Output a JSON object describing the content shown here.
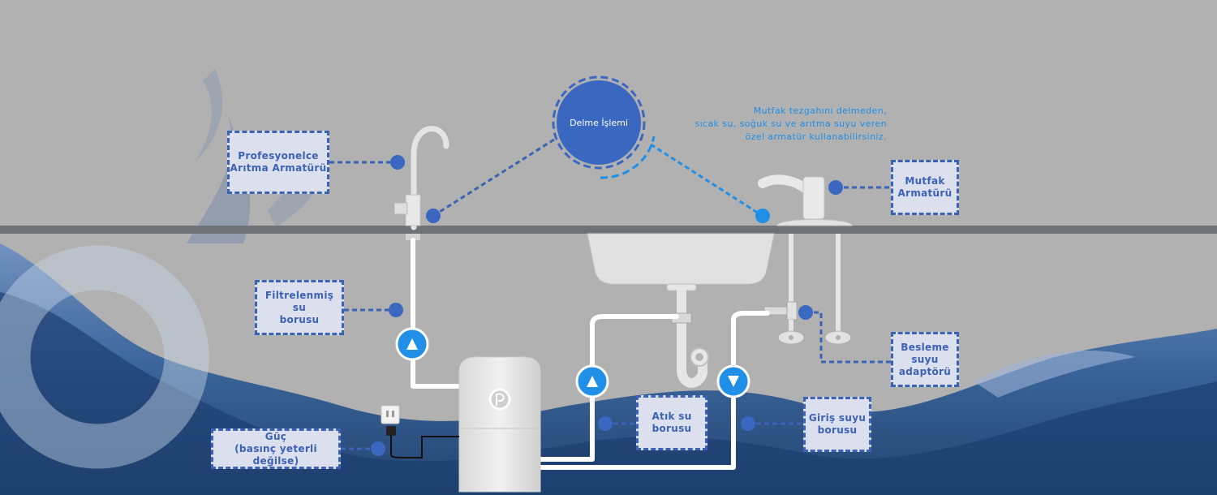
{
  "labels": {
    "professional_faucet": "Profesyonelce\nArıtma Armatürü",
    "filtered_pipe": "Filtrelenmiş su\nborusu",
    "power": "Güç\n(basınç yeterli değilse)",
    "waste_pipe": "Atık su\nborusu",
    "inlet_pipe": "Giriş suyu\nborusu",
    "feed_adapter": "Besleme\nsuyu\nadaptörü",
    "kitchen_faucet": "Mutfak\nArmatürü",
    "drilling": "Delme İşlemi"
  },
  "note": "Mutfak tezgahını delmeden,\nsıcak su, soğuk su ve arıtma suyu veren\nözel armatür kullanabilirsiniz.",
  "colors": {
    "background": "#b1b1b1",
    "label_fill": "#dcdfee",
    "label_border": "#3b62b4",
    "accent_blue": "#1f8fe8",
    "marker_blue": "#3a67bf",
    "countertop": "#6f7378",
    "pipe": "#ffffff"
  },
  "icons": {
    "flow_up": "arrow-up-icon",
    "flow_down": "arrow-down-icon",
    "power": "power-plug-icon",
    "unit_logo": "logo-icon"
  }
}
